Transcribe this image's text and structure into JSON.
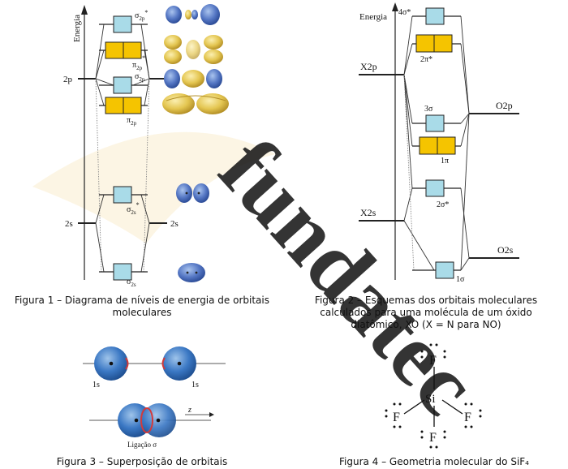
{
  "watermark": {
    "text": "fundatec"
  },
  "fig1": {
    "axis_label": "Energia",
    "left_2p": "2p",
    "right_2p": "2p",
    "left_2s": "2s",
    "right_2s": "2s",
    "labels": {
      "sigma2p_star": "σ",
      "sigma2p_star_sub": "2p",
      "sigma2p_star_sup": "*",
      "pi2p_star": "π",
      "pi2p_star_sub": "2p",
      "pi2p_star_sup": "*",
      "sigma2p": "σ",
      "sigma2p_sub": "2p",
      "pi2p": "π",
      "pi2p_sub": "2p",
      "sigma2s_star": "σ",
      "sigma2s_star_sub": "2s",
      "sigma2s_star_sup": "*",
      "sigma2s": "σ",
      "sigma2s_sub": "2s"
    },
    "caption_line1": "Figura 1 – Diagrama de níveis de energia de orbitais",
    "caption_line2": "moleculares"
  },
  "fig2": {
    "axis_label": "Energia",
    "x2p": "X2p",
    "x2s": "X2s",
    "o2p": "O2p",
    "o2s": "O2s",
    "labels": {
      "s4_star": "4σ*",
      "pi2_star": "2π*",
      "s3": "3σ",
      "pi1": "1π",
      "s2_star": "2σ*",
      "s1": "1σ"
    },
    "caption_line1": "Figura 2 – Esquemas dos orbitais moleculares",
    "caption_line2": "calculados para uma molécula de um óxido",
    "caption_line3": "diatômico, XO (X = N para NO)"
  },
  "fig3": {
    "label_1s_left": "1s",
    "label_1s_right": "1s",
    "axis_z": "z",
    "bond_label": "Ligação σ",
    "caption": "Figura 3 – Superposição de orbitais"
  },
  "fig4": {
    "center": "Si",
    "ligand_top": "F",
    "ligand_left": "F",
    "ligand_right": "F",
    "ligand_bottom": "F",
    "caption": "Figura 4 – Geometria molecular do SiF₄"
  },
  "colors": {
    "orbital_empty": "#a9dbe8",
    "orbital_filled": "#f5c400",
    "lobe_blue": "#4a72c0",
    "lobe_yellow": "#e2c24a",
    "watermark": "#dbe9f4",
    "bond_marker": "#d23a3a"
  }
}
